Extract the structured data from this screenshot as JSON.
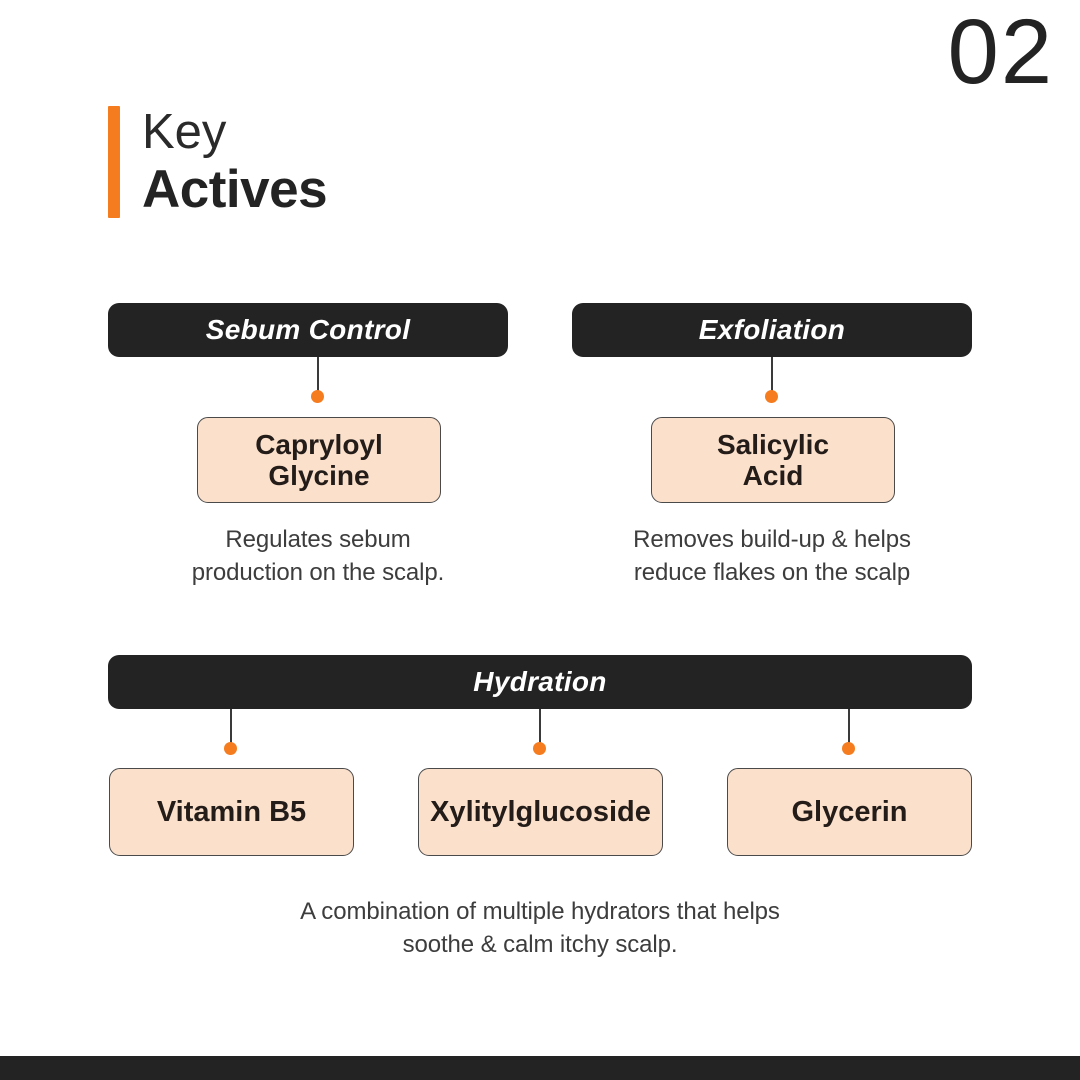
{
  "page": {
    "number": "02",
    "accent_color": "#F57C1F",
    "dark_color": "#232323",
    "box_fill_color": "#FBE0CC",
    "background_color": "#FFFFFF"
  },
  "heading": {
    "line1": "Key",
    "line2": "Actives"
  },
  "groups": [
    {
      "id": "sebum-control",
      "title": "Sebum Control",
      "items": [
        {
          "name": "Capryloyl\nGlycine",
          "line1": "Capryloyl",
          "line2": "Glycine"
        }
      ],
      "description_line1": "Regulates sebum",
      "description_line2": "production on the scalp."
    },
    {
      "id": "exfoliation",
      "title": "Exfoliation",
      "items": [
        {
          "name": "Salicylic\nAcid",
          "line1": "Salicylic",
          "line2": "Acid"
        }
      ],
      "description_line1": "Removes build-up & helps",
      "description_line2": "reduce flakes on the scalp"
    },
    {
      "id": "hydration",
      "title": "Hydration",
      "items": [
        {
          "name": "Vitamin B5"
        },
        {
          "name": "Xylitylglucoside"
        },
        {
          "name": "Glycerin"
        }
      ],
      "description_line1": "A combination of multiple hydrators that helps",
      "description_line2": "soothe & calm itchy scalp."
    }
  ]
}
